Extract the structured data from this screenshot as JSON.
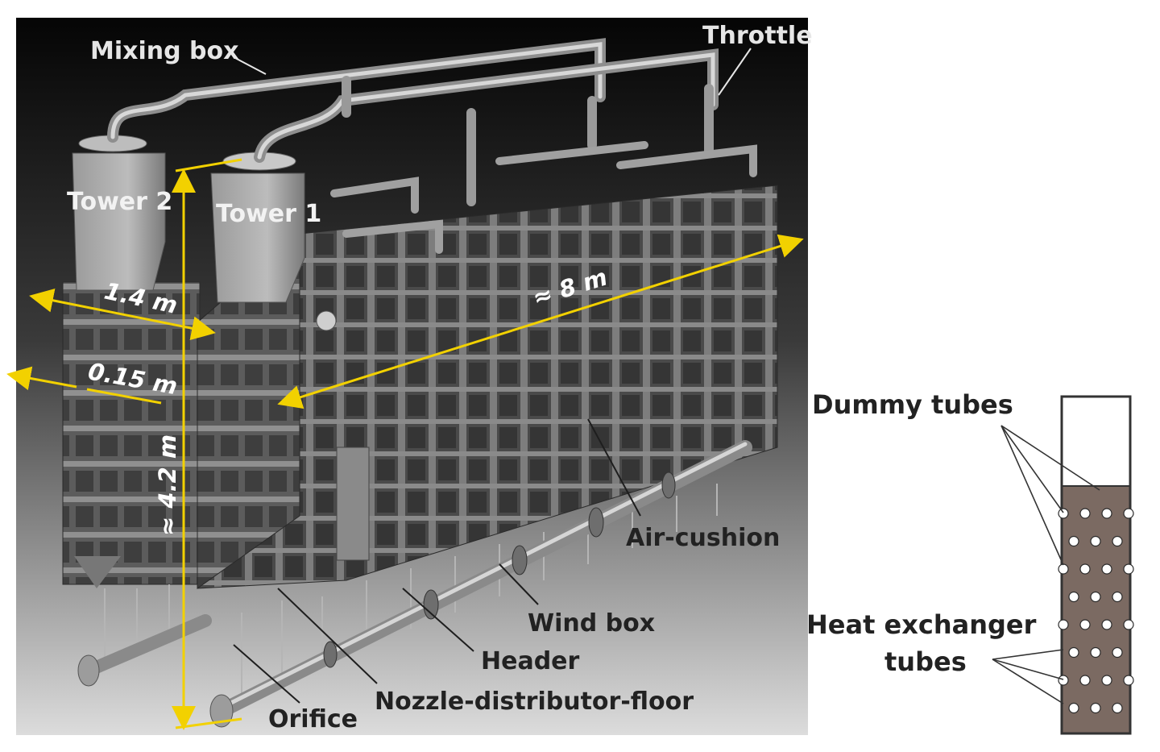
{
  "figure": {
    "photo_labels": {
      "mixing_box": "Mixing box",
      "throttle": "Throttle",
      "tower2": "Tower 2",
      "tower1": "Tower 1",
      "air_cushion": "Air-cushion",
      "wind_box": "Wind box",
      "header": "Header",
      "nozzle_floor": "Nozzle-distributor-floor",
      "orifice": "Orifice"
    },
    "dimensions": {
      "depth": "1.4 m",
      "gap": "0.15 m",
      "length": "≈ 8 m",
      "height": "≈ 4.2 m"
    },
    "schematic_labels": {
      "dummy_tubes": "Dummy tubes",
      "heat_exchanger_line1": "Heat exchanger",
      "heat_exchanger_line2": "tubes"
    },
    "colors": {
      "dimension_arrow": "#f2d100",
      "schematic_fill": "#7b6a62",
      "schematic_border": "#333333",
      "photo_background_top": "#0c0c0c",
      "photo_background_bottom": "#d0d0d0"
    },
    "schematic": {
      "tube_rows": 8,
      "tube_cols": 4
    }
  }
}
